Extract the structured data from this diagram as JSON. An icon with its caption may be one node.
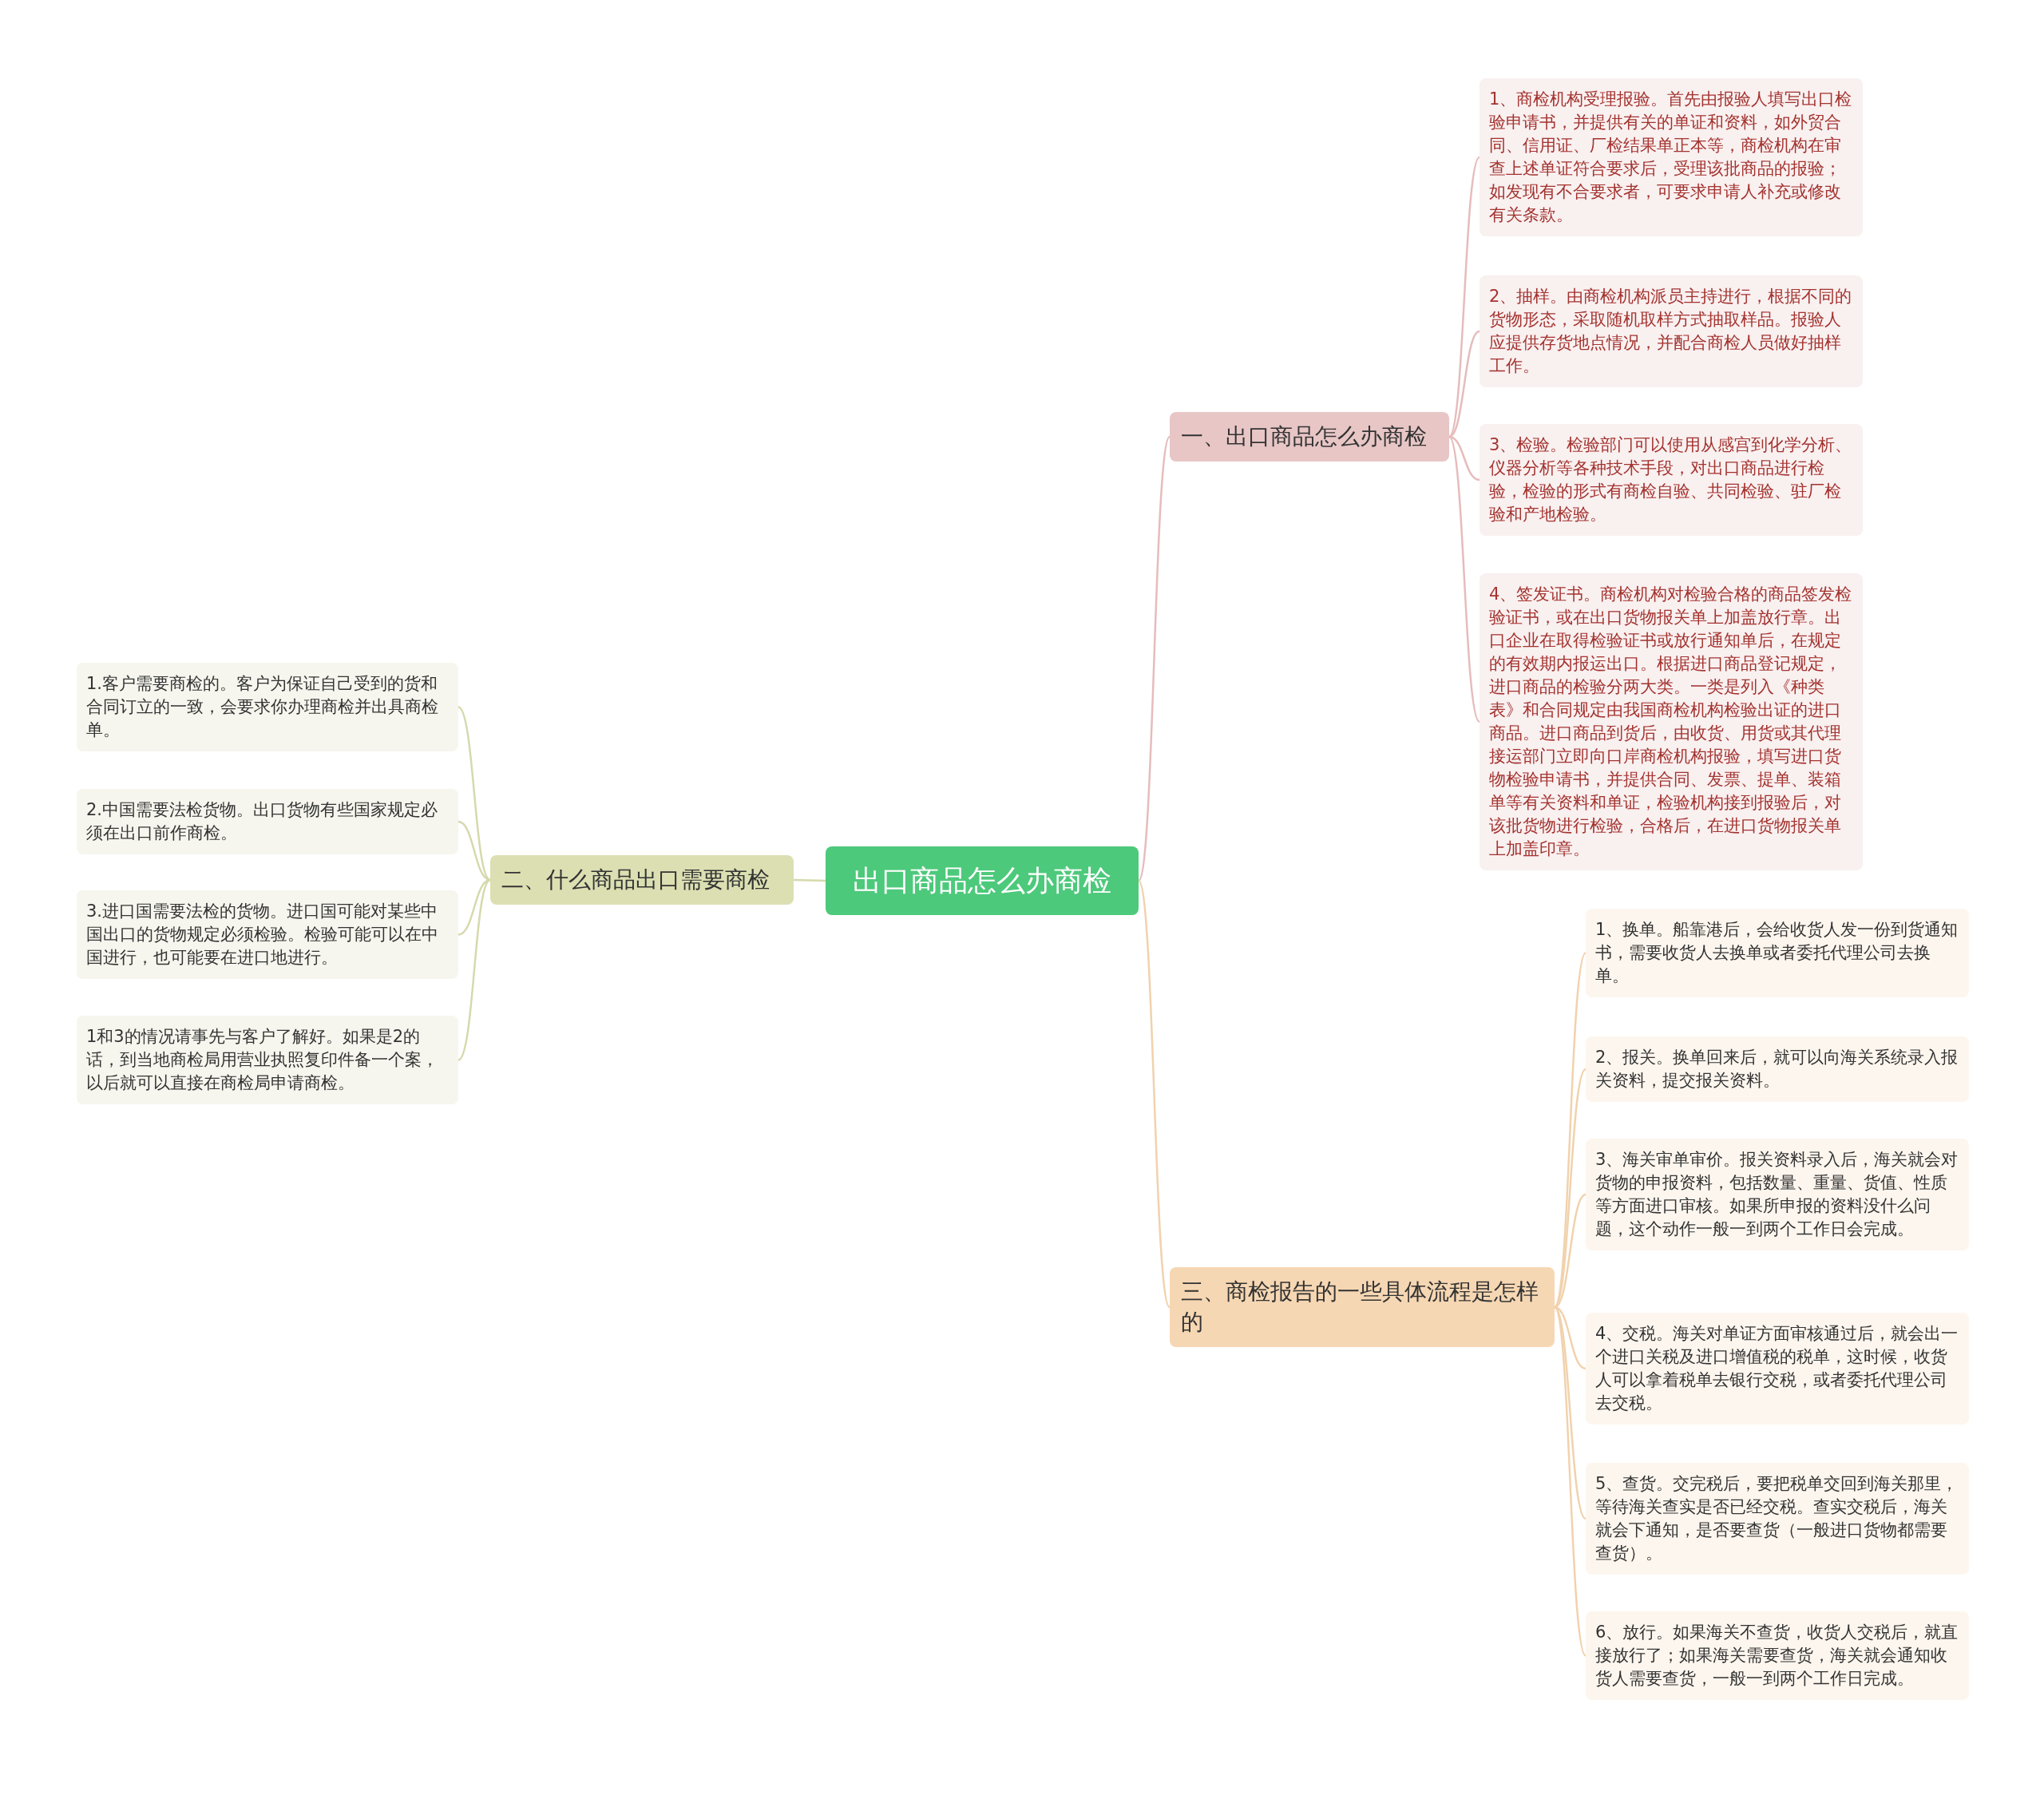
{
  "diagram": {
    "nodes": [
      {
        "text": [
          "出口商品怎么办商检"
        ]
      },
      {
        "text": [
          "一、出口商品怎么办商检"
        ]
      },
      {
        "text": [
          "1、商检机构受理报验。首先由报验人填写出口检验申请书，并提供有关的单证和资料，如外贸合同、信用证、厂检结果单正本等，商检机构在审查上述单证符合要求后，受理该批商品的报验；如发现有不合要求者，可要求申请人补充或修改有关条款。"
        ]
      },
      {
        "text": [
          "2、抽样。由商检机构派员主持进行，根据不同的货物形态，采取随机取样方式抽取样品。报验人应提供存货地点情况，并配合商检人员做好抽样工作。"
        ]
      },
      {
        "text": [
          "3、检验。检验部门可以使用从感宫到化学分析、仪器分析等各种技术手段，对出口商品进行检验，检验的形式有商检自验、共同检验、驻厂检验和产地检验。"
        ]
      },
      {
        "text": [
          "4、签发证书。商检机构对检验合格的商品签发检验证书，或在出口货物报关单上加盖放行章。出口企业在取得检验证书或放行通知单后，在规定的有效期内报运出口。根据进口商品登记规定，进口商品的检验分两大类。一类是列入《种类表》和合同规定由我国商检机构检验出证的进口商品。进口商品到货后，由收货、用货或其代理接运部门立即向口岸商检机构报验，填写进口货物检验申请书，并提供合同、发票、提单、装箱单等有关资料和单证，检验机构接到报验后，对该批货物进行检验，合格后，在进口货物报关单上加盖印章。"
        ]
      },
      {
        "text": [
          "二、什么商品出口需要商检"
        ]
      },
      {
        "text": [
          "1.客户需要商检的。客户为保证自己受到的货和合同订立的一致，会要求你办理商检并出具商检单。"
        ]
      },
      {
        "text": [
          "2.中国需要法检货物。出口货物有些国家规定必须在出口前作商检。"
        ]
      },
      {
        "text": [
          "3.进口国需要法检的货物。进口国可能对某些中国出口的货物规定必须检验。检验可能可以在中国进行，也可能要在进口地进行。"
        ]
      },
      {
        "text": [
          "1和3的情况请事先与客户了解好。如果是2的话，到当地商检局用营业执照复印件备一个案，以后就可以直接在商检局申请商检。"
        ]
      },
      {
        "text": [
          "三、商检报告的一些具体流程是怎样的"
        ]
      },
      {
        "text": [
          "1、换单。船靠港后，会给收货人发一份到货通知书，需要收货人去换单或者委托代理公司去换单。"
        ]
      },
      {
        "text": [
          "2、报关。换单回来后，就可以向海关系统录入报关资料，提交报关资料。"
        ]
      },
      {
        "text": [
          "3、海关审单审价。报关资料录入后，海关就会对货物的申报资料，包括数量、重量、货值、性质等方面进口审核。如果所申报的资料没什么问题，这个动作一般一到两个工作日会完成。"
        ]
      },
      {
        "text": [
          "4、交税。海关对单证方面审核通过后，就会出一个进口关税及进口增值税的税单，这时候，收货人可以拿着税单去银行交税，或者委托代理公司去交税。"
        ]
      },
      {
        "text": [
          "5、查货。交完税后，要把税单交回到海关那里，等待海关查实是否已经交税。查实交税后，海关就会下通知，是否要查货（一般进口货物都需要查货）。"
        ]
      },
      {
        "text": [
          "6、放行。如果海关不查货，收货人交税后，就直接放行了；如果海关需要查货，海关就会通知收货人需要查货，一般一到两个工作日完成。"
        ]
      }
    ],
    "edges": [
      {
        "from": 0,
        "to": 1,
        "arrow": "none",
        "color": "#e6bcbc"
      },
      {
        "from": 1,
        "to": 2,
        "arrow": "none",
        "color": "#e6bcbc"
      },
      {
        "from": 1,
        "to": 3,
        "arrow": "none",
        "color": "#e6bcbc"
      },
      {
        "from": 1,
        "to": 4,
        "arrow": "none",
        "color": "#e6bcbc"
      },
      {
        "from": 1,
        "to": 5,
        "arrow": "none",
        "color": "#e6bcbc"
      },
      {
        "from": 0,
        "to": 6,
        "arrow": "none",
        "color": "#d6d9ac"
      },
      {
        "from": 6,
        "to": 7,
        "arrow": "none",
        "color": "#d6d9ac"
      },
      {
        "from": 6,
        "to": 8,
        "arrow": "none",
        "color": "#d6d9ac"
      },
      {
        "from": 6,
        "to": 9,
        "arrow": "none",
        "color": "#d6d9ac"
      },
      {
        "from": 6,
        "to": 10,
        "arrow": "none",
        "color": "#d6d9ac"
      },
      {
        "from": 0,
        "to": 11,
        "arrow": "none"
      },
      {
        "from": 11,
        "to": 12,
        "arrow": "none"
      },
      {
        "from": 11,
        "to": 13,
        "arrow": "none"
      },
      {
        "from": 11,
        "to": 14,
        "arrow": "none"
      },
      {
        "from": 11,
        "to": 15,
        "arrow": "none"
      },
      {
        "from": 11,
        "to": 16,
        "arrow": "none"
      },
      {
        "from": 11,
        "to": 17,
        "arrow": "none"
      }
    ]
  }
}
